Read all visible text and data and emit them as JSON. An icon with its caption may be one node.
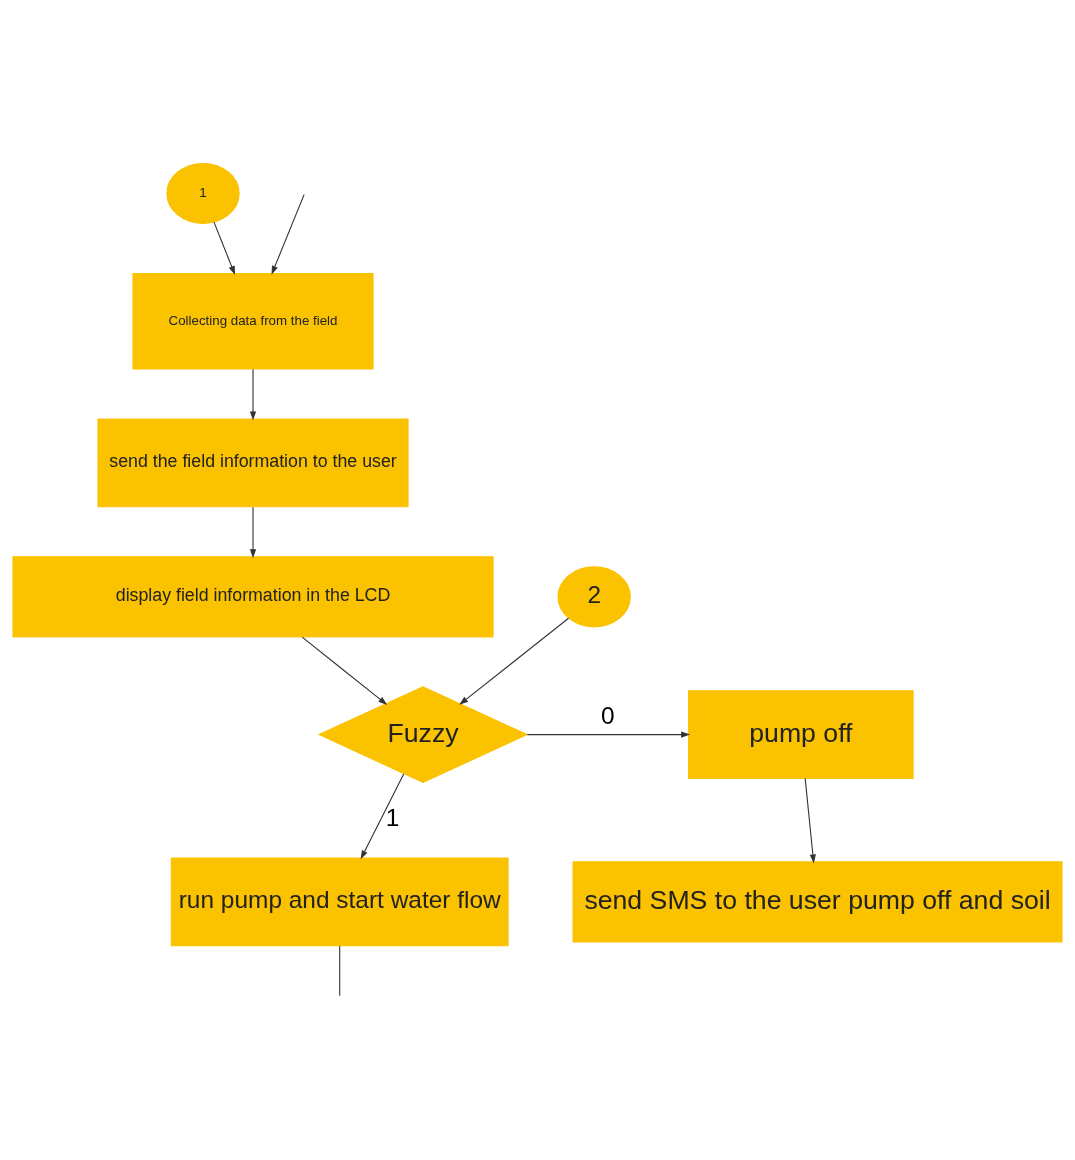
{
  "diagram": {
    "nodes": [
      {
        "text": [
          "1"
        ]
      },
      {
        "text": [
          "Collecting data from the field"
        ]
      },
      {
        "text": [
          "send the field information to the user"
        ]
      },
      {
        "text": [
          "display field information in the LCD"
        ]
      },
      {
        "text": [
          "2"
        ]
      },
      {
        "text": [
          "Fuzzy"
        ]
      },
      {
        "text": [
          "pump off"
        ]
      },
      {
        "text": [
          "send SMS to the user pump off and soil"
        ]
      },
      {
        "text": [
          "run pump and start water flow"
        ]
      }
    ],
    "edges": [
      {
        "from": 0,
        "to": 1,
        "arrow": "to"
      },
      {
        "from": 1,
        "to": 2,
        "arrow": "to"
      },
      {
        "from": 2,
        "to": 3,
        "arrow": "to"
      },
      {
        "from": 3,
        "to": 5,
        "arrow": "to"
      },
      {
        "from": 4,
        "to": 5,
        "arrow": "to"
      },
      {
        "from": 5,
        "to": 6,
        "label": "0",
        "arrow": "to"
      },
      {
        "from": 6,
        "to": 7,
        "arrow": "to"
      },
      {
        "from": 5,
        "to": 8,
        "label": "1",
        "arrow": "to"
      },
      {
        "from": 8,
        "to": null,
        "arrow": "none"
      },
      {
        "from": null,
        "to": 1,
        "arrow": "to"
      }
    ]
  }
}
